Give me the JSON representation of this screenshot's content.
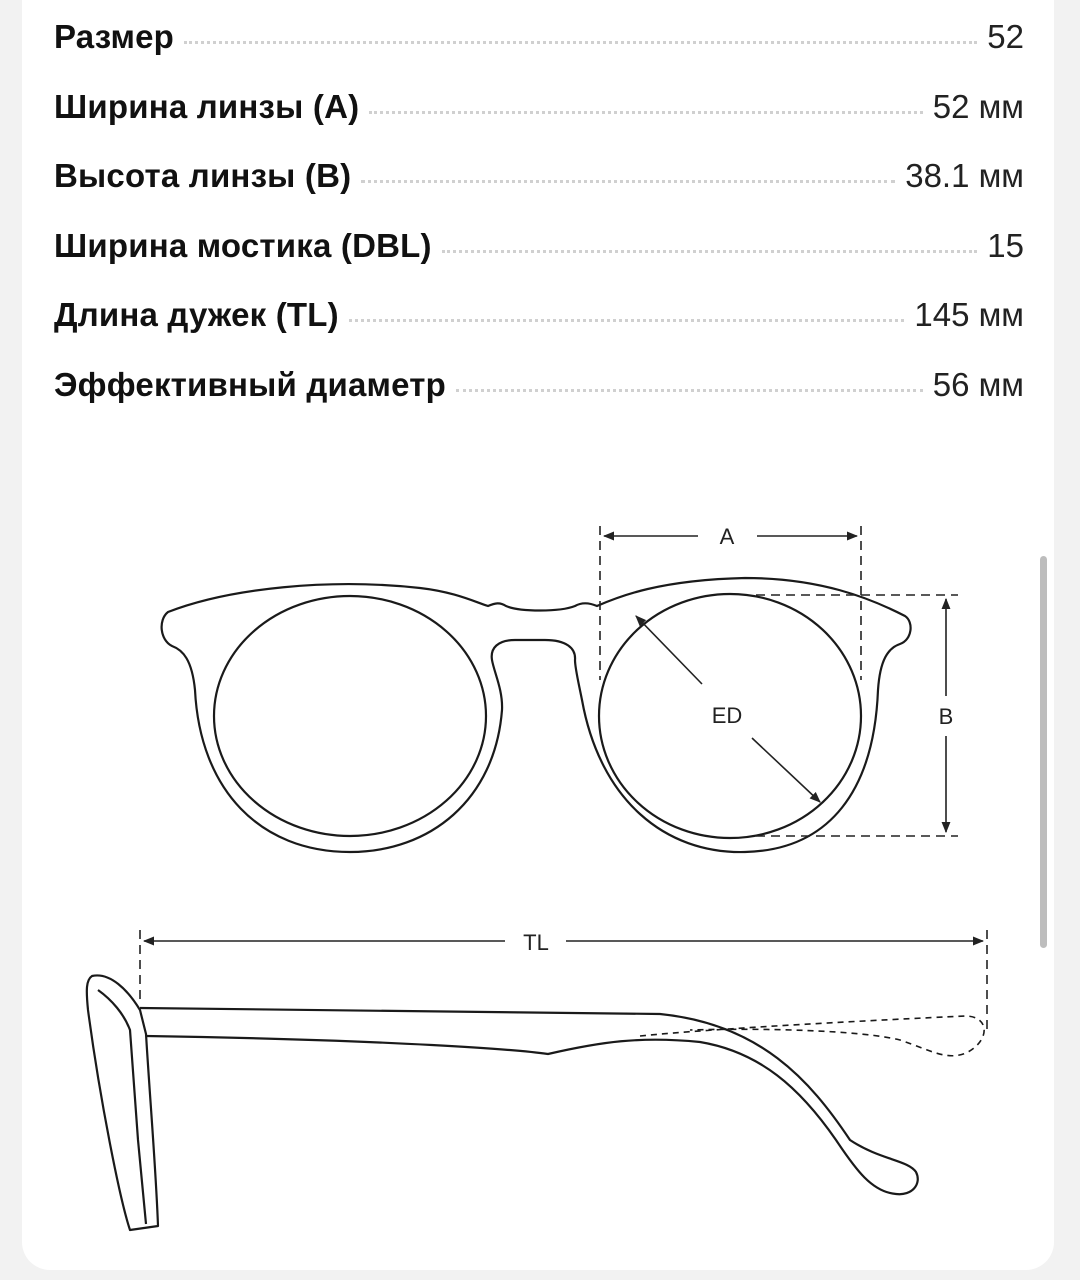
{
  "specs": [
    {
      "label": "Размер",
      "value": "52"
    },
    {
      "label": "Ширина линзы (A)",
      "value": "52 мм"
    },
    {
      "label": "Высота линзы (B)",
      "value": "38.1 мм"
    },
    {
      "label": "Ширина мостика (DBL)",
      "value": "15"
    },
    {
      "label": "Длина дужек (TL)",
      "value": "145 мм"
    },
    {
      "label": "Эффективный диаметр",
      "value": "56 мм"
    }
  ],
  "diagram": {
    "label_a": "A",
    "label_b": "B",
    "label_ed": "ED",
    "label_tl": "TL"
  }
}
